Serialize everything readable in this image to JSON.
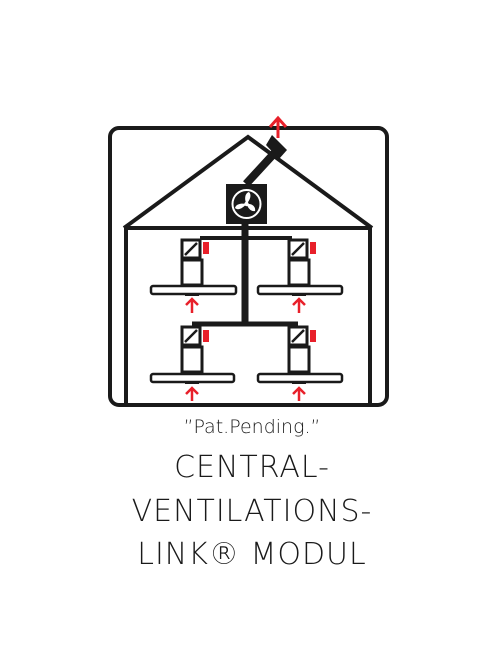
{
  "colors": {
    "line": "#1a1a1a",
    "accent": "#e8202a",
    "background": "#ffffff"
  },
  "icons": {
    "fan": "fan-icon",
    "exhaust_arrow": "exhaust-arrow-icon",
    "intake_arrow": "intake-arrow-icon"
  },
  "caption": {
    "pending": "”Pat.Pending.”",
    "title_lines": [
      "CENTRAL-",
      "VENTILATIONS-",
      "LINK® MODUL"
    ]
  }
}
